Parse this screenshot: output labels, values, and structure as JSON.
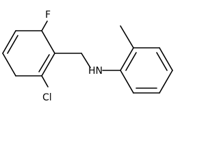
{
  "molecule": {
    "atoms": {
      "fluorine": "F",
      "chlorine": "Cl",
      "amine": "HN"
    }
  }
}
